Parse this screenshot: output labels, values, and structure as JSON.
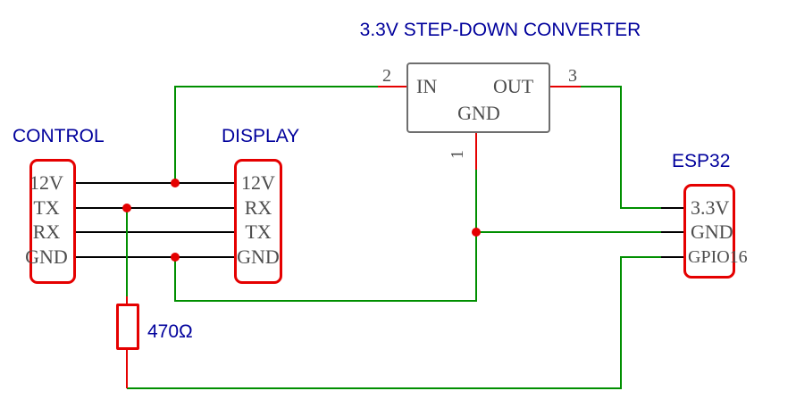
{
  "title": "3.3V STEP-DOWN CONVERTER",
  "colors": {
    "wire_green": "#008f00",
    "wire_red": "#e50000",
    "wire_black": "#000000",
    "junction_dot": "#e50000",
    "connector_outline": "#e50000",
    "converter_outline": "#6e6e6e",
    "label_blue": "#00009c",
    "pin_text_gray": "#4d4d4d"
  },
  "converter": {
    "pins": {
      "in": "IN",
      "out": "OUT",
      "gnd": "GND"
    },
    "pin_numbers": {
      "in": "2",
      "out": "3",
      "gnd": "1"
    }
  },
  "control": {
    "label": "CONTROL",
    "pins": [
      "12V",
      "TX",
      "RX",
      "GND"
    ]
  },
  "display": {
    "label": "DISPLAY",
    "pins": [
      "12V",
      "RX",
      "TX",
      "GND"
    ]
  },
  "esp32": {
    "label": "ESP32",
    "pins": [
      "3.3V",
      "GND",
      "GPIO16"
    ]
  },
  "resistor": {
    "label": "470Ω"
  }
}
